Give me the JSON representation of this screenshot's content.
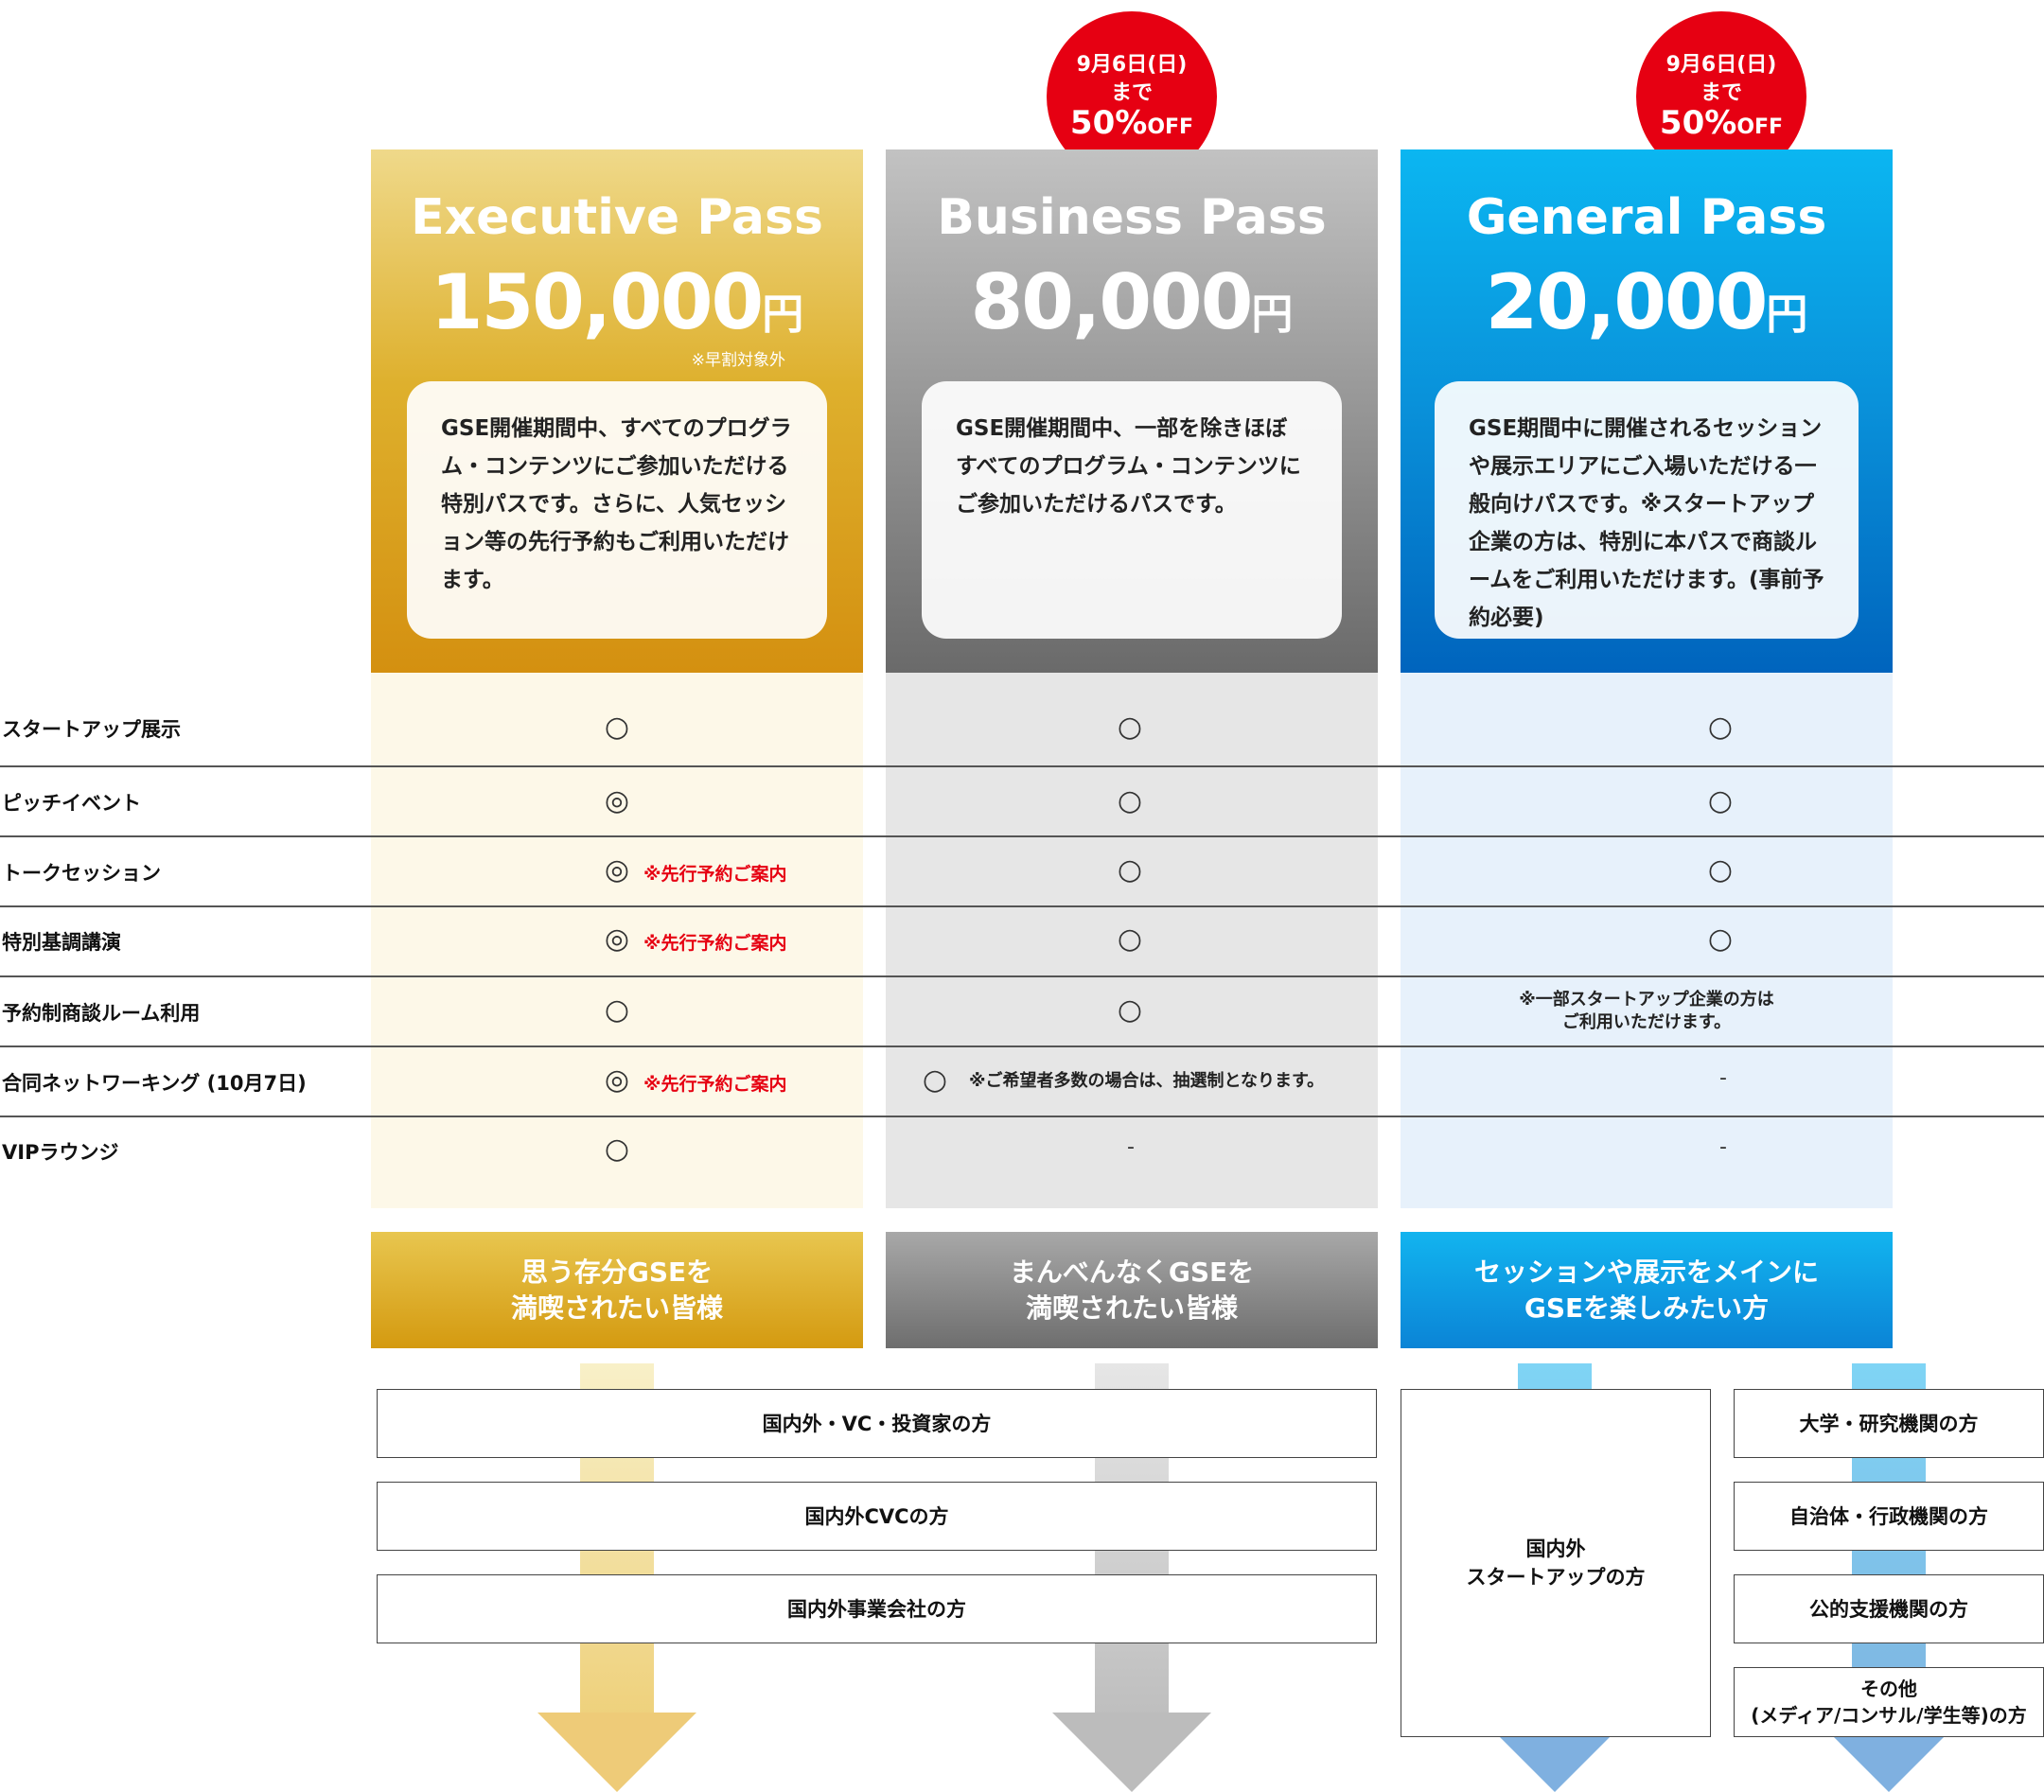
{
  "badges": [
    {
      "line1": "9月6日(日)",
      "line2": "まで",
      "discount": "50%",
      "off": "OFF"
    },
    {
      "line1": "9月6日(日)",
      "line2": "まで",
      "discount": "50%",
      "off": "OFF"
    }
  ],
  "plans": {
    "executive": {
      "name": "Executive Pass",
      "price": "150,000",
      "yen": "円",
      "note": "※早割対象外",
      "desc": "GSE開催期間中、すべてのプログラム・コンテンツにご参加いただける特別パスです。さらに、人気セッション等の先行予約もご利用いただけます。"
    },
    "business": {
      "name": "Business Pass",
      "price": "80,000",
      "yen": "円",
      "desc": "GSE開催期間中、一部を除きほぼすべてのプログラム・コンテンツにご参加いただけるパスです。"
    },
    "general": {
      "name": "General Pass",
      "price": "20,000",
      "yen": "円",
      "desc": "GSE期間中に開催されるセッションや展示エリアにご入場いただける一般向けパスです。※スタートアップ企業の方は、特別に本パスで商談ルームをご利用いただけます。(事前予約必要)"
    }
  },
  "features": [
    {
      "label": "スタートアップ展示",
      "exec": "○",
      "biz": "○",
      "gen": "○"
    },
    {
      "label": "ピッチイベント",
      "exec": "◎",
      "biz": "○",
      "gen": "○"
    },
    {
      "label": "トークセッション",
      "exec": "◎",
      "exec_note": "※先行予約ご案内",
      "biz": "○",
      "gen": "○"
    },
    {
      "label": "特別基調講演",
      "exec": "◎",
      "exec_note": "※先行予約ご案内",
      "biz": "○",
      "gen": "○"
    },
    {
      "label": "予約制商談ルーム利用",
      "exec": "○",
      "biz": "○",
      "gen_note1": "※一部スタートアップ企業の方は",
      "gen_note2": "ご利用いただけます。"
    },
    {
      "label": "合同ネットワーキング (10月7日)",
      "exec": "◎",
      "exec_note": "※先行予約ご案内",
      "biz": "○",
      "biz_note": "※ご希望者多数の場合は、抽選制となります。",
      "gen": "-"
    },
    {
      "label": "VIPラウンジ",
      "exec": "○",
      "biz": "-",
      "gen": "-"
    }
  ],
  "targets": {
    "executive": {
      "line1": "思う存分GSEを",
      "line2": "満喫されたい皆様"
    },
    "business": {
      "line1": "まんべんなくGSEを",
      "line2": "満喫されたい皆様"
    },
    "general": {
      "line1": "セッションや展示をメインに",
      "line2": "GSEを楽しみたい方"
    }
  },
  "audiences": {
    "shared": [
      "国内外・VC・投資家の方",
      "国内外CVCの方",
      "国内外事業会社の方"
    ],
    "startup": {
      "line1": "国内外",
      "line2": "スタートアップの方"
    },
    "general_other": [
      "大学・研究機関の方",
      "自治体・行政機関の方",
      "公的支援機関の方"
    ],
    "others": {
      "line1": "その他",
      "line2": "(メディア/コンサル/学生等)の方"
    }
  },
  "colors": {
    "gold": "#d49a10",
    "gray": "#7a7a7a",
    "blue": "#0990d9",
    "badge_red": "#e60012"
  }
}
